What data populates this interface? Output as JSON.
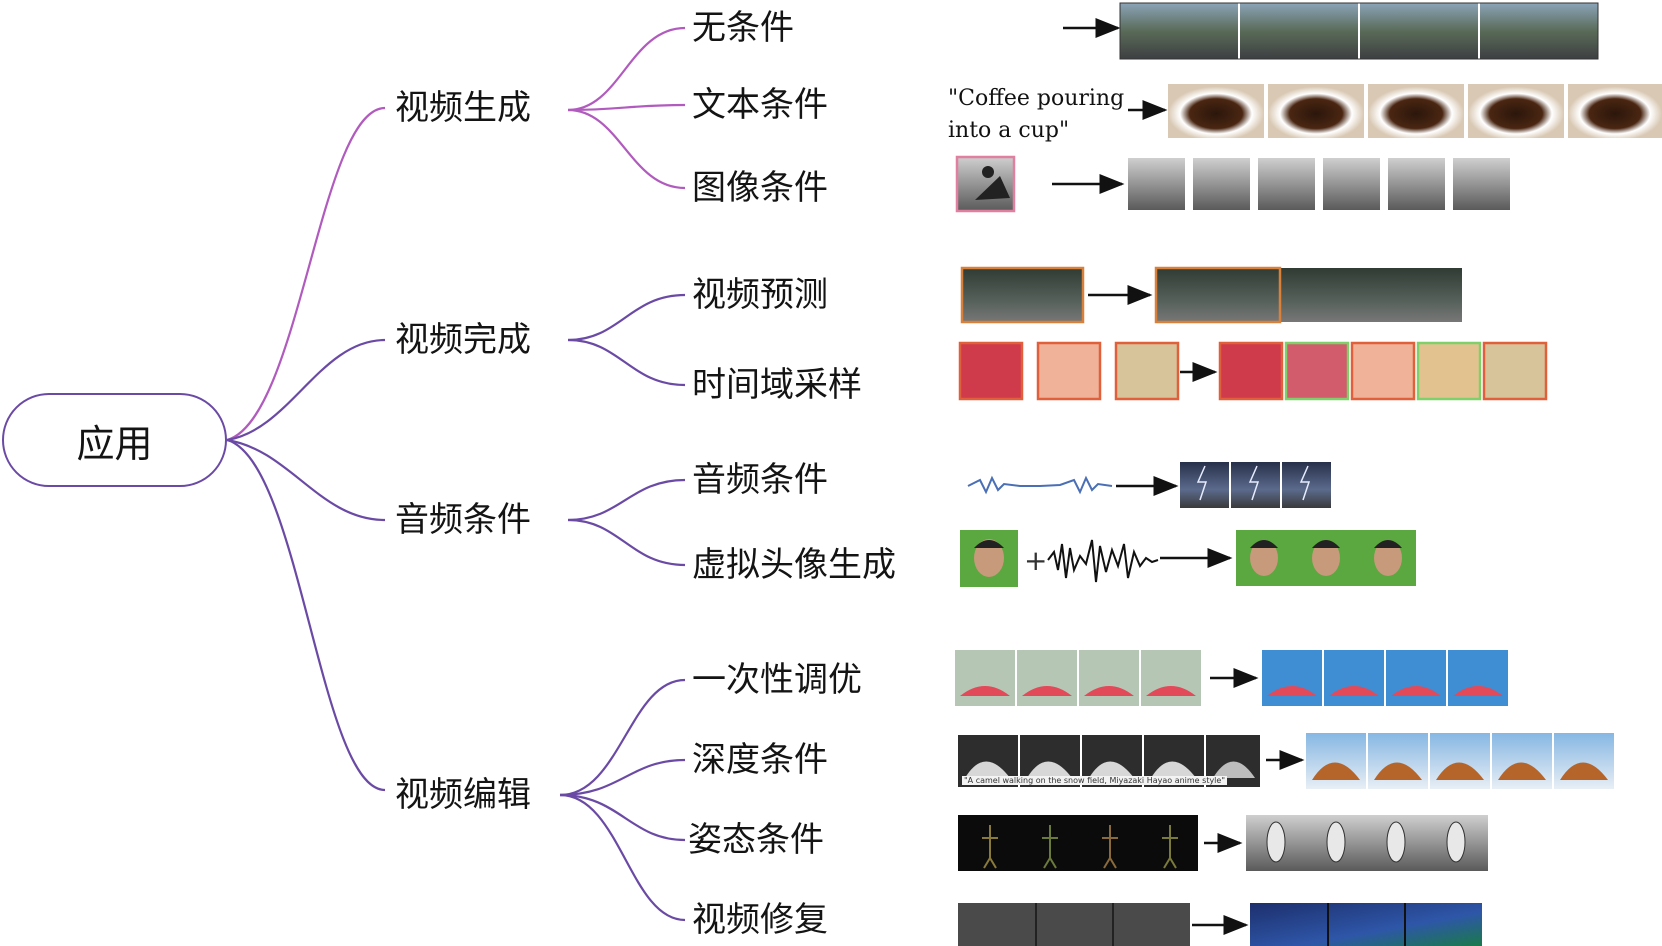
{
  "root": {
    "label": "应用"
  },
  "categories": [
    {
      "label": "视频生成",
      "children": [
        {
          "label": "无条件"
        },
        {
          "label": "文本条件",
          "prompt": [
            "\"Coffee pouring",
            "into a cup\""
          ]
        },
        {
          "label": "图像条件"
        }
      ]
    },
    {
      "label": "视频完成",
      "children": [
        {
          "label": "视频预测"
        },
        {
          "label": "时间域采样"
        }
      ]
    },
    {
      "label": "音频条件",
      "children": [
        {
          "label": "音频条件"
        },
        {
          "label": "虚拟头像生成"
        }
      ]
    },
    {
      "label": "视频编辑",
      "children": [
        {
          "label": "一次性调优",
          "caption": ""
        },
        {
          "label": "深度条件",
          "caption": "\"A camel walking on the snow field, Miyazaki Hayao anime style\""
        },
        {
          "label": "姿态条件"
        },
        {
          "label": "视频修复"
        }
      ]
    }
  ],
  "plus_sign": "+",
  "colors": {
    "branch_video_generation": "#b05bbd",
    "branch_other": "#6a4aa5",
    "root_border": "#6a4aa5",
    "text": "#141414",
    "arrow": "#111111"
  }
}
